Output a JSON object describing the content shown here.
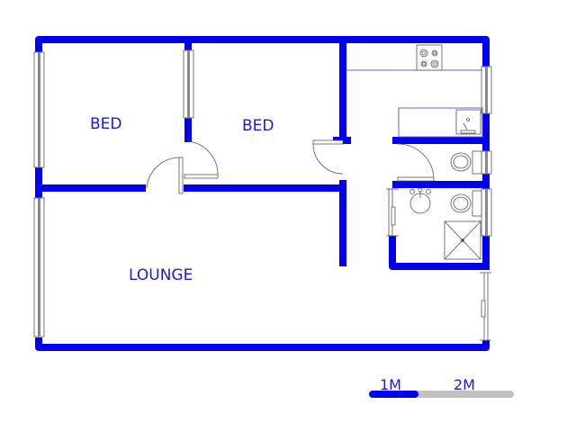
{
  "floorplan": {
    "wall_color": "#0000ee",
    "fixture_color": "#555555",
    "rooms": [
      {
        "id": "bed1",
        "label": "BED"
      },
      {
        "id": "bed2",
        "label": "BED"
      },
      {
        "id": "lounge",
        "label": "LOUNGE"
      },
      {
        "id": "kitchen",
        "label": ""
      },
      {
        "id": "toilet",
        "label": ""
      },
      {
        "id": "bathroom",
        "label": ""
      }
    ],
    "fixtures": [
      "stove",
      "kitchen-sink",
      "toilet",
      "toilet",
      "basin",
      "shower"
    ]
  },
  "scale": {
    "label_1": "1M",
    "label_2": "2M",
    "filled_color": "#0000ee",
    "empty_color": "#c0c0c0"
  }
}
